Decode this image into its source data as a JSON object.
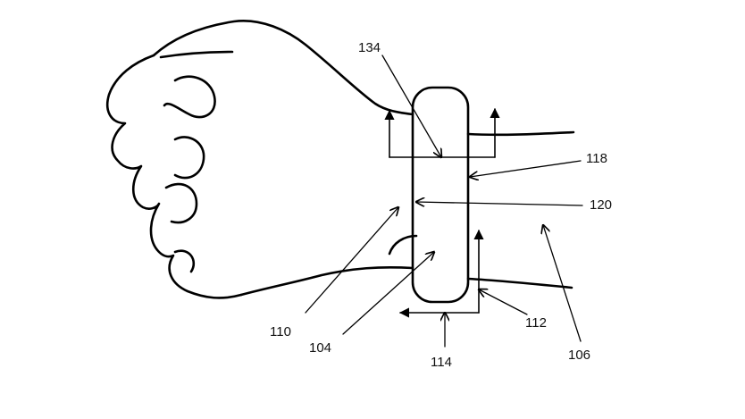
{
  "figure": {
    "reference_numerals": {
      "n134": "134",
      "n118": "118",
      "n120": "120",
      "n110": "110",
      "n104": "104",
      "n112": "112",
      "n114": "114",
      "n106": "106"
    },
    "colors": {
      "line": "#000000",
      "background": "#ffffff"
    }
  }
}
